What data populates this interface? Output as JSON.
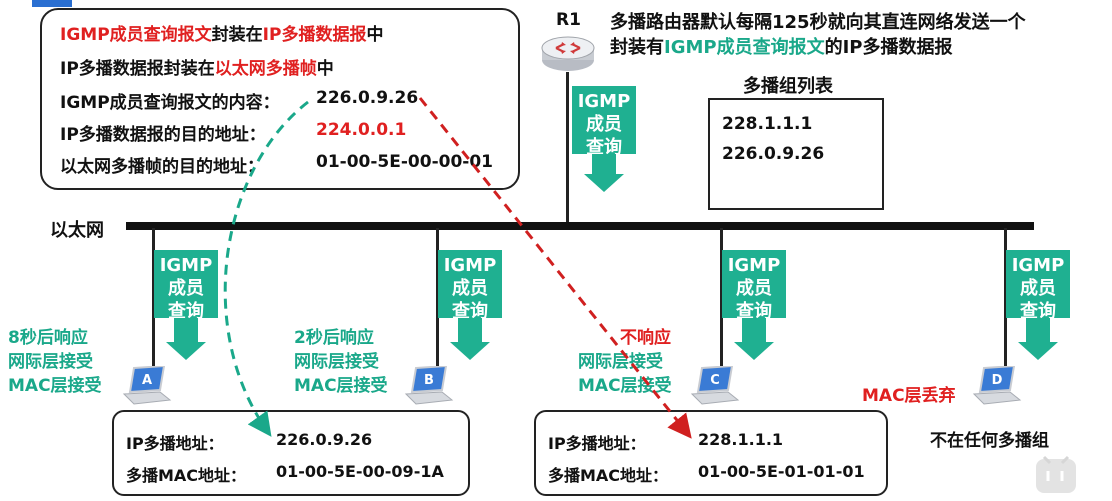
{
  "callout": {
    "line1_a": "IGMP成员查询报文",
    "line1_b": "封装在",
    "line1_c": "IP多播数据报",
    "line1_d": "中",
    "line2_a": "IP多播数据报封装在",
    "line2_b": "以太网多播帧",
    "line2_c": "中",
    "line3_label": "IGMP成员查询报文的内容：",
    "line3_value": "226.0.9.26",
    "line4_label": "IP多播数据报的目的地址：",
    "line4_value": "224.0.0.1",
    "line5_label": "以太网多播帧的目的地址：",
    "line5_value": "01-00-5E-00-00-01"
  },
  "router": {
    "name": "R1",
    "note_line1": "多播路由器默认每隔125秒就向其直连网络发送一个",
    "note_line2_a": "封装有",
    "note_line2_b": "IGMP成员查询报文",
    "note_line2_c": "的IP多播数据报"
  },
  "group_list": {
    "title": "多播组列表",
    "entries": [
      "228.1.1.1",
      "226.0.9.26"
    ]
  },
  "network_label": "以太网",
  "igmp_box": {
    "line1": "IGMP",
    "line2": "成员",
    "line3": "查询"
  },
  "hosts": [
    {
      "name": "A",
      "line1": "8秒后响应",
      "line2": "网际层接受",
      "line3": "MAC层接受"
    },
    {
      "name": "B",
      "line1": "2秒后响应",
      "line2": "网际层接受",
      "line3": "MAC层接受"
    },
    {
      "name": "C",
      "line1": "不响应",
      "line2": "网际层接受",
      "line3": "MAC层接受"
    },
    {
      "name": "D",
      "line1": "MAC层丢弃",
      "line2": "不在任何多播组"
    }
  ],
  "address_boxes": [
    {
      "ip_label": "IP多播地址：",
      "ip_value": "226.0.9.26",
      "mac_label": "多播MAC地址：",
      "mac_value": "01-00-5E-00-09-1A"
    },
    {
      "ip_label": "IP多播地址：",
      "ip_value": "228.1.1.1",
      "mac_label": "多播MAC地址：",
      "mac_value": "01-00-5E-01-01-01"
    }
  ],
  "colors": {
    "accent_green": "#1fb091",
    "text_green": "#1aa88a",
    "text_red": "#e02020",
    "dash_red": "#d02020",
    "dash_green": "#1aa88a"
  }
}
